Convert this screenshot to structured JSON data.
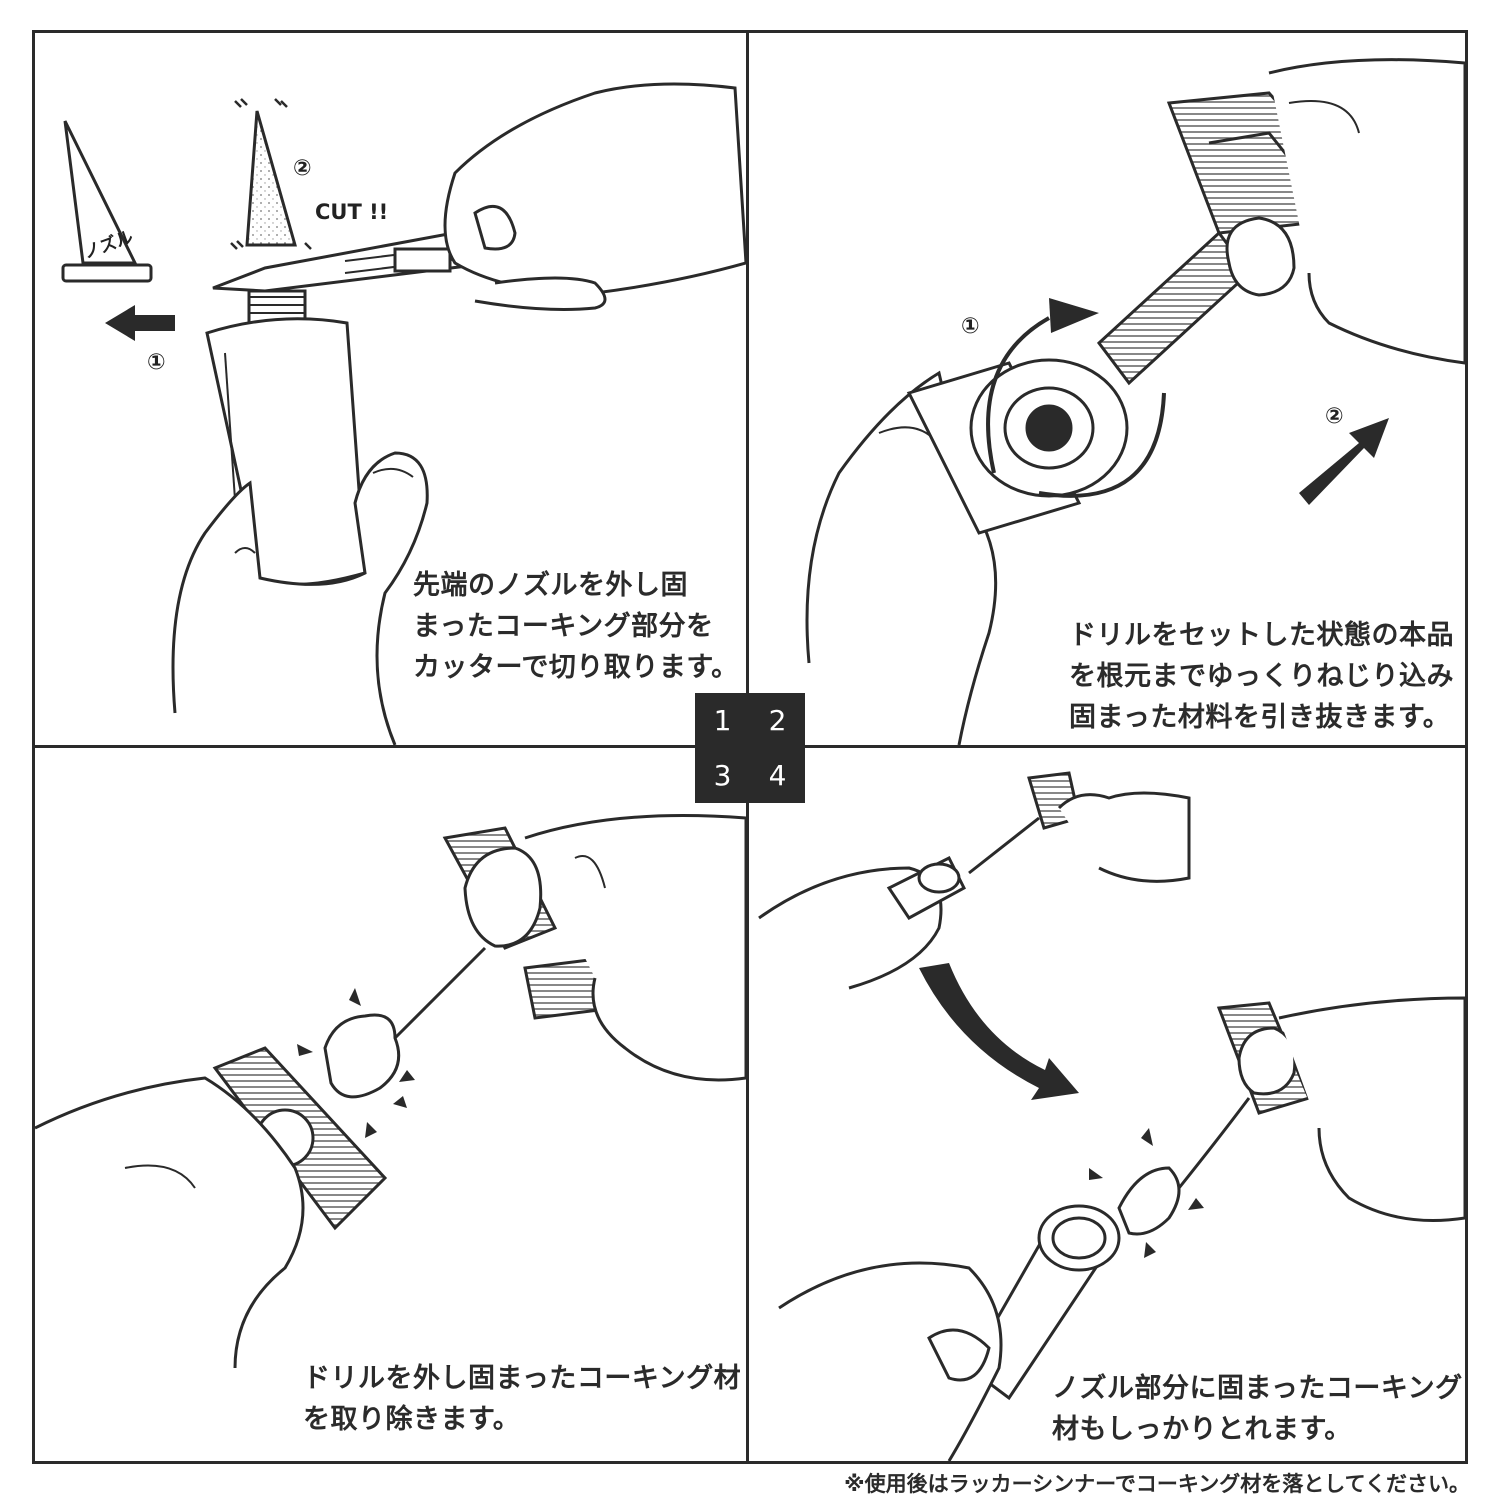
{
  "panels": [
    {
      "step": "1",
      "caption_lines": [
        "先端のノズルを外し固",
        "まったコーキング部分を",
        "カッターで切り取ります。"
      ],
      "nozzle_label": "ノズル",
      "marker_a": "①",
      "marker_b": "②",
      "cut_label": "CUT !!"
    },
    {
      "step": "2",
      "caption_lines": [
        "ドリルをセットした状態の本品",
        "を根元までゆっくりねじり込み",
        "固まった材料を引き抜きます。"
      ],
      "marker_a": "①",
      "marker_b": "②"
    },
    {
      "step": "3",
      "caption_lines": [
        "ドリルを外し固まったコーキング材",
        "を取り除きます。"
      ]
    },
    {
      "step": "4",
      "caption_lines": [
        "ノズル部分に固まったコーキング",
        "材もしっかりとれます。"
      ]
    }
  ],
  "footnote": "※使用後はラッカーシンナーでコーキング材を落としてください。",
  "colors": {
    "line": "#2a2a2a",
    "fill": "#ffffff",
    "text": "#2b2b2b"
  }
}
